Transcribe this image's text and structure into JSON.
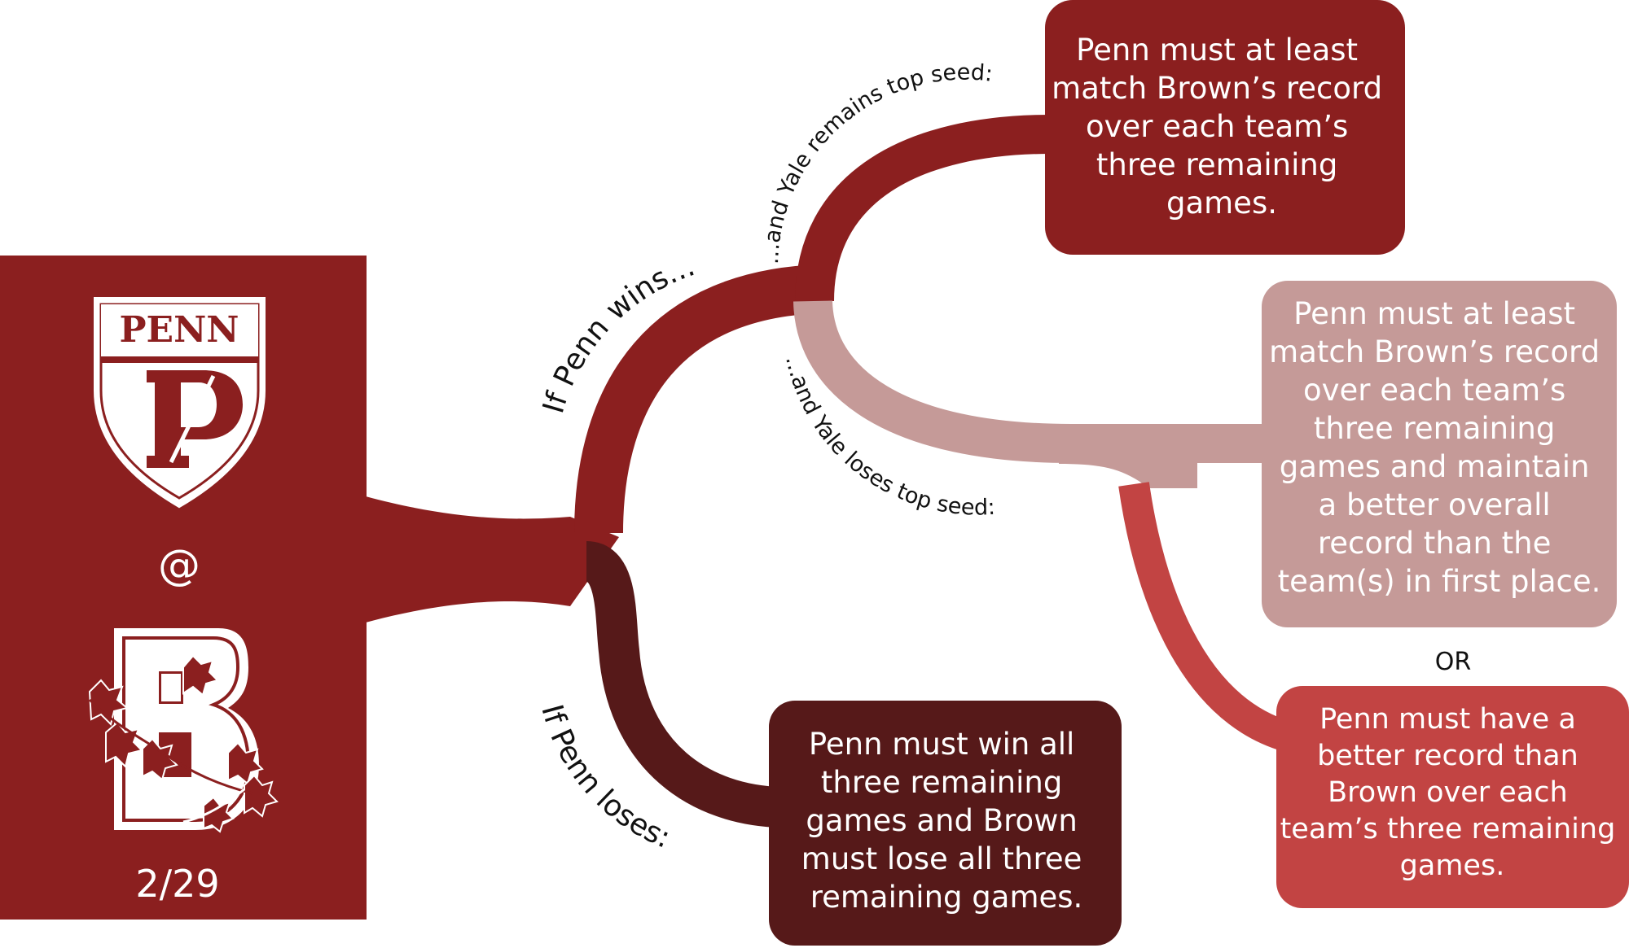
{
  "colors": {
    "dark_red": "#8b1f1f",
    "light_pink": "#c59a98",
    "medium_red": "#c24443",
    "maroon": "#561919",
    "white": "#ffffff",
    "label_text": "#111111"
  },
  "matchup": {
    "home_logo": {
      "icon": "penn-shield-logo",
      "text": "PENN"
    },
    "at_symbol": "@",
    "away_logo": {
      "icon": "brown-ivy-b-logo"
    },
    "date": "2/29"
  },
  "branches": {
    "penn_wins": "If Penn wins...",
    "penn_loses": "If Penn loses:",
    "yale_remains_top": "...and Yale remains top seed:",
    "yale_loses_top": "...and Yale loses top seed:"
  },
  "outcomes": {
    "yale_remains": {
      "lines": [
        "Penn must at least",
        "match Brown’s record",
        "over each team’s",
        "three remaining",
        "games."
      ]
    },
    "yale_loses_a": {
      "lines": [
        "Penn must at least",
        "match Brown’s record",
        "over each team’s",
        "three remaining",
        "games and maintain",
        "a better overall",
        "record than the",
        "team(s) in first place."
      ]
    },
    "or_label": "OR",
    "yale_loses_b": {
      "lines": [
        "Penn must have a",
        "better record than",
        "Brown over each",
        "team’s three remaining",
        "games."
      ]
    },
    "penn_loses": {
      "lines": [
        "Penn must win all",
        "three remaining",
        "games and Brown",
        "must lose all three",
        "remaining games."
      ]
    }
  }
}
